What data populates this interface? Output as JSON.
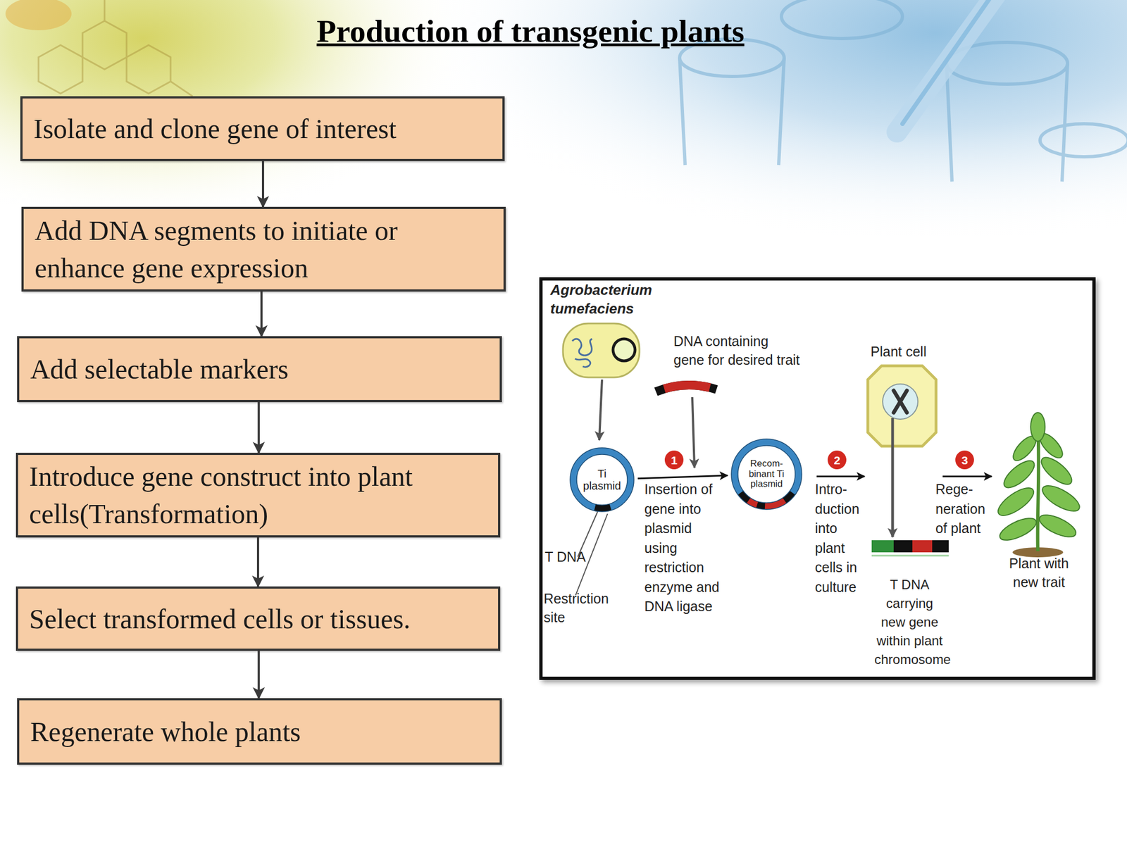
{
  "diagram": {
    "title": "Production of transgenic plants",
    "nodes": [
      {
        "text": [
          "Isolate and clone gene of interest"
        ]
      },
      {
        "text": [
          "Add DNA segments to initiate or enhance gene expression"
        ]
      },
      {
        "text": [
          "Add selectable markers"
        ]
      },
      {
        "text": [
          "Introduce gene construct into plant cells(Transformation)"
        ]
      },
      {
        "text": [
          "Select transformed cells or tissues."
        ]
      },
      {
        "text": [
          "Regenerate whole plants"
        ]
      },
      {
        "text": [
          "Ti plasmid"
        ]
      },
      {
        "text": [
          "Recom- binant Ti plasmid"
        ]
      }
    ],
    "edges": [
      {
        "from": 0,
        "to": 1,
        "arrow": "to"
      },
      {
        "from": 1,
        "to": 2,
        "arrow": "to"
      },
      {
        "from": 2,
        "to": 3,
        "arrow": "to"
      },
      {
        "from": 3,
        "to": 4,
        "arrow": "to"
      },
      {
        "from": 4,
        "to": 5,
        "arrow": "to"
      },
      {
        "from": 6,
        "to": 7,
        "arrow": "to"
      }
    ],
    "labels": [
      "Agrobacterium tumefaciens",
      "DNA containing gene for desired trait",
      "Plant cell",
      "1",
      "Insertion of gene into plasmid using restriction enzyme and DNA ligase",
      "2",
      "Intro- duction into plant cells in culture",
      "3",
      "Rege- neration of plant",
      "T DNA",
      "Restriction site",
      "T DNA carrying new gene within plant chromosome",
      "Plant with new trait"
    ]
  }
}
